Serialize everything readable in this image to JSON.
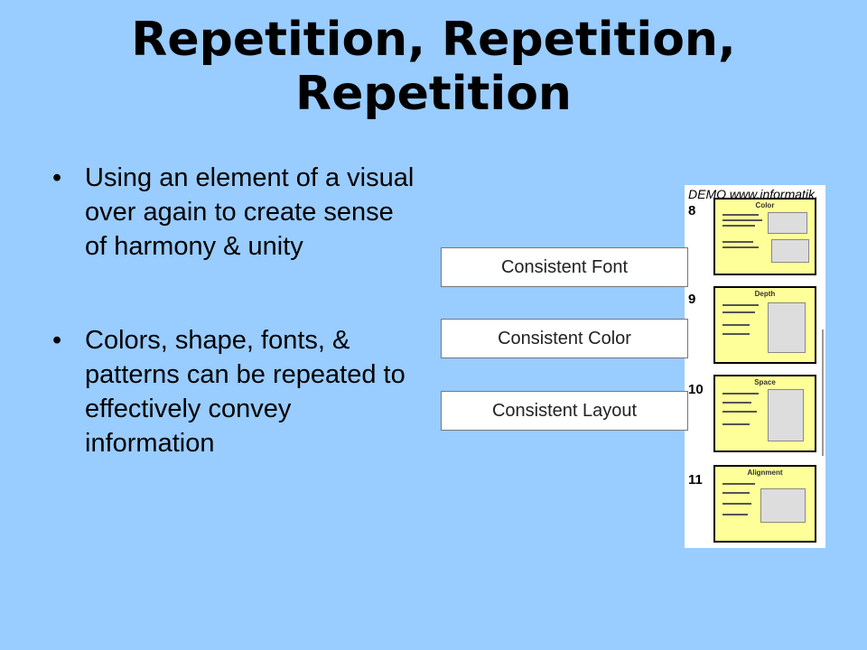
{
  "slide": {
    "title_line1": "Repetition, Repetition,",
    "title_line2": "Repetition",
    "bullets": [
      "Using an element of a visual over again to create sense of harmony & unity",
      "Colors, shape, fonts, & patterns can be repeated to effectively convey information"
    ],
    "labels": {
      "font": "Consistent Font",
      "color": "Consistent Color",
      "layout": "Consistent Layout"
    },
    "thumbnails": {
      "demo_text": "DEMO www.informatik.",
      "slides": [
        {
          "number": "8",
          "title": "Color"
        },
        {
          "number": "9",
          "title": "Depth"
        },
        {
          "number": "10",
          "title": "Space"
        },
        {
          "number": "11",
          "title": "Alignment"
        }
      ]
    }
  },
  "colors": {
    "background": "#99ccff",
    "thumbnail_slide": "#ffff99"
  }
}
